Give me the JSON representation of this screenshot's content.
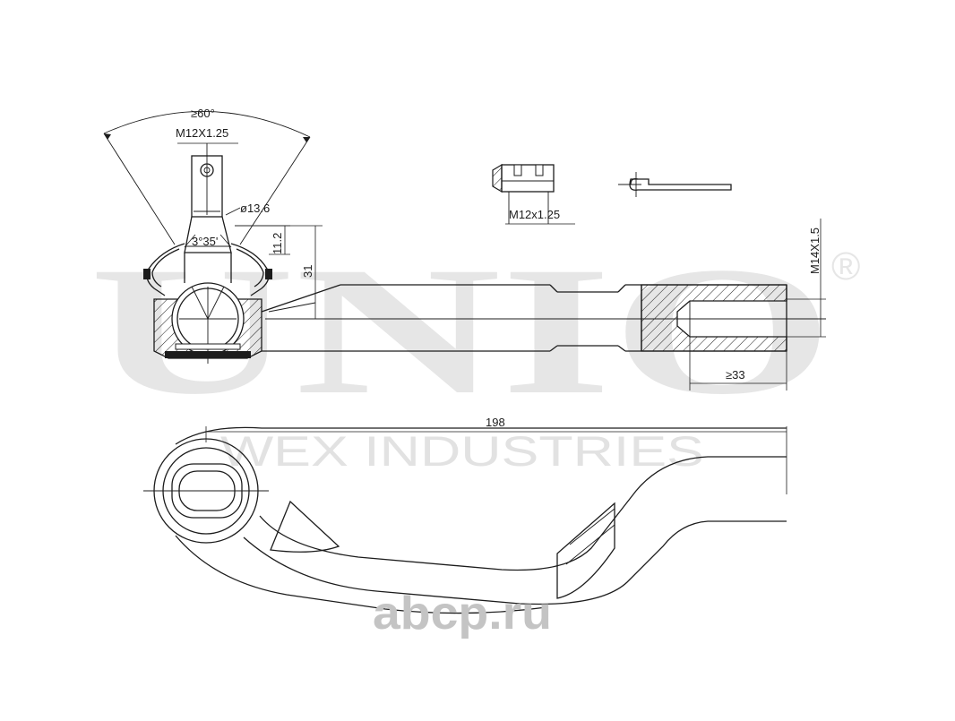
{
  "watermark": {
    "brand": "UNIO",
    "registered_mark": "®",
    "company": "WEX INDUSTRIES",
    "site": "abcp.ru",
    "colors": {
      "brand": "#e6e6e6",
      "site": "#c4c4c4"
    }
  },
  "dimensions": {
    "cone_angle": "≥60°",
    "stud_thread": "M12X1.25",
    "taper_diameter": "ø13.6",
    "taper_angle": "3°35'",
    "height_short": "11.2",
    "height_total": "31",
    "nut_thread": "M12x1.25",
    "tube_thread": "M14X1.5",
    "thread_depth": "≥33",
    "overall_length": "198"
  },
  "colors": {
    "line": "#1c1c1c",
    "background": "#ffffff"
  }
}
